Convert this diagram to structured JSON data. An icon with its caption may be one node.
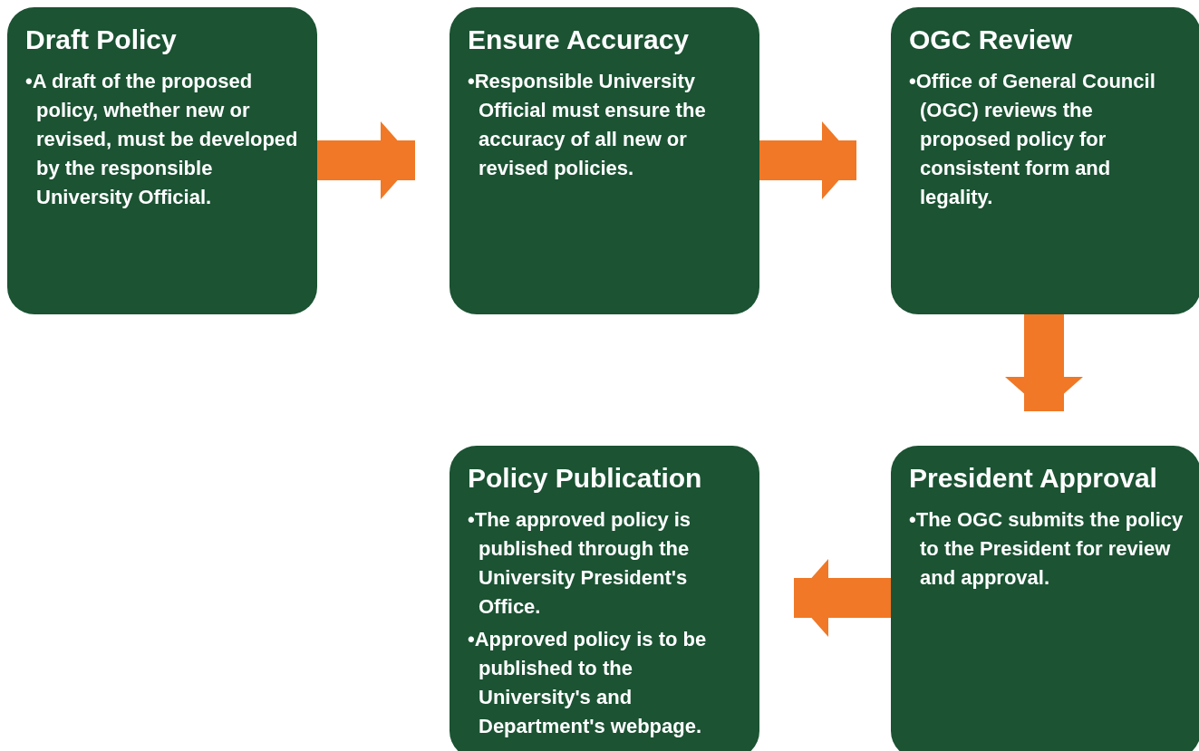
{
  "diagram": {
    "nodes": [
      {
        "text": [
          "Draft Policy",
          "•A draft of the proposed policy, whether new or revised, must be developed by the responsible University Official."
        ]
      },
      {
        "text": [
          "Ensure Accuracy",
          "•Responsible University Official must ensure the accuracy of all new or revised policies."
        ]
      },
      {
        "text": [
          "OGC Review",
          "•Office of General Council (OGC) reviews the proposed policy for consistent form and legality."
        ]
      },
      {
        "text": [
          "Policy Publication",
          "•The approved policy is published through the University President's Office.",
          "•Approved policy is to be published to the University's and Department's webpage."
        ]
      },
      {
        "text": [
          "President Approval",
          "•The OGC submits the policy to the President for review and approval."
        ]
      }
    ],
    "edges": [
      {
        "from": 0,
        "to": 1,
        "arrow": "to"
      },
      {
        "from": 1,
        "to": 2,
        "arrow": "to"
      },
      {
        "from": 2,
        "to": 4,
        "arrow": "to"
      },
      {
        "from": 4,
        "to": 3,
        "arrow": "to"
      }
    ]
  }
}
